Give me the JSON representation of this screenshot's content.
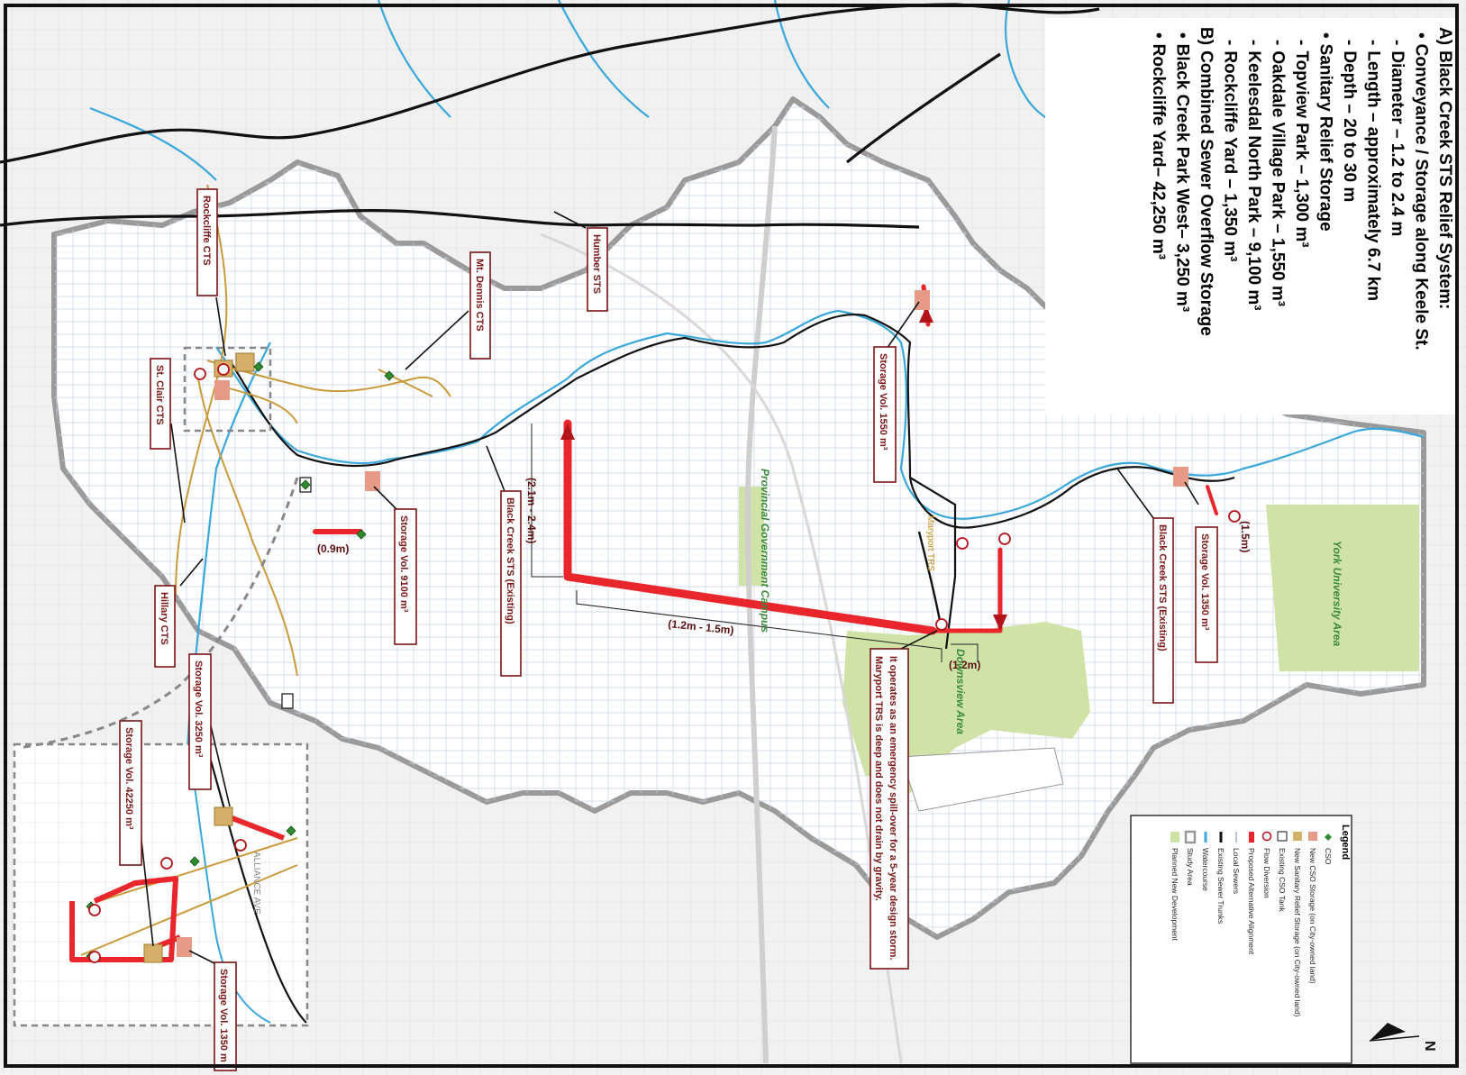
{
  "summary": {
    "lines": [
      {
        "prefix": "A)",
        "text": "Black Creek STS Relief System:"
      },
      {
        "prefix": "•",
        "text": "Conveyance / Storage along Keele St."
      },
      {
        "prefix": "-",
        "text": "Diameter – 1.2 to 2.4 m"
      },
      {
        "prefix": "-",
        "text": "Length – approximately 6.7 km"
      },
      {
        "prefix": "-",
        "text": "Depth – 20 to 30 m"
      },
      {
        "prefix": "•",
        "text": "Sanitary Relief Storage"
      },
      {
        "prefix": "-",
        "text": "Topview Park – 1,300 m³"
      },
      {
        "prefix": "-",
        "text": "Oakdale Village Park – 1,550 m³"
      },
      {
        "prefix": "-",
        "text": "Keelesdal North Park – 9,100 m³"
      },
      {
        "prefix": "-",
        "text": "Rockcliffe Yard – 1,350 m³"
      },
      {
        "prefix": "B)",
        "text": "Combined Sewer Overflow Storage"
      },
      {
        "prefix": "•",
        "text": "Black Creek Park West– 3,250 m³"
      },
      {
        "prefix": "•",
        "text": "Rockcliffe Yard– 42,250 m³"
      }
    ]
  },
  "labels": {
    "humber_sts": "Humber STS",
    "mt_dennis_cts": "Mt. Dennis CTS",
    "rockcliffe_cts": "Rockcliffe CTS",
    "st_clair_cts": "St. Clair CTS",
    "hillary_cts": "Hillary CTS",
    "storage_1550": "Storage Vol. 1550 m³",
    "storage_9100": "Storage Vol. 9100 m³",
    "storage_1350_top": "Storage Vol. 1350 m³",
    "storage_3250": "Storage Vol. 3250 m³",
    "storage_42250": "Storage Vol. 42250 m³",
    "storage_1350_bottom": "Storage Vol. 1350 m",
    "black_creek_sts_1": "Black Creek STS (Existing)",
    "black_creek_sts_2": "Black Creek STS (Existing)",
    "maryport_trs": "Maryport TRS",
    "maryport_note_1": "Maryport TRS is deep and does not drain by gravity.",
    "maryport_note_2": "It operates as an emergency spill-over for a 5-year design storm.",
    "dim_21_24": "(2.1m - 2.4m)",
    "dim_12_15": "(1.2m - 1.5m)",
    "dim_12": "(1.2m)",
    "dim_09": "(0.9m)",
    "dim_15": "(1.5m)",
    "area_provincial": "Provincial Government Campus",
    "area_york": "York University Area",
    "area_downsview": "Downsview Area",
    "street_alliance": "ALLIANCE AVE"
  },
  "legend": {
    "title": "Legend",
    "items": [
      {
        "icon": "cso-diamond-icon",
        "label": "CSO"
      },
      {
        "icon": "new-cso-storage-icon",
        "label": "New CSO Storage (on City-owned land)"
      },
      {
        "icon": "new-sanitary-storage-icon",
        "label": "New Sanitary Relief Storage (on City-owned land)"
      },
      {
        "icon": "existing-cso-tank-icon",
        "label": "Existing CSO Tank"
      },
      {
        "icon": "flow-diversion-icon",
        "label": "Flow Diversion"
      },
      {
        "icon": "proposed-alignment-icon",
        "label": "Proposed Alternative Alignment"
      },
      {
        "icon": "local-sewers-icon",
        "label": "Local Sewers"
      },
      {
        "icon": "existing-trunks-icon",
        "label": "Existing Sewer Trunks"
      },
      {
        "icon": "watercourse-icon",
        "label": "Watercourse"
      },
      {
        "icon": "study-area-icon",
        "label": "Study Area"
      },
      {
        "icon": "planned-development-icon",
        "label": "Planned New Development"
      }
    ]
  },
  "north_arrow": "N",
  "colors": {
    "proposed": "#e8262b",
    "watercourse": "#3aa7dc",
    "green_area": "#cfe3a6",
    "local_sewer": "#b7c4dc",
    "cso_tank": "#d4b06a",
    "storage_box": "#e79a86",
    "cso_diamond": "#2e8b2e"
  }
}
